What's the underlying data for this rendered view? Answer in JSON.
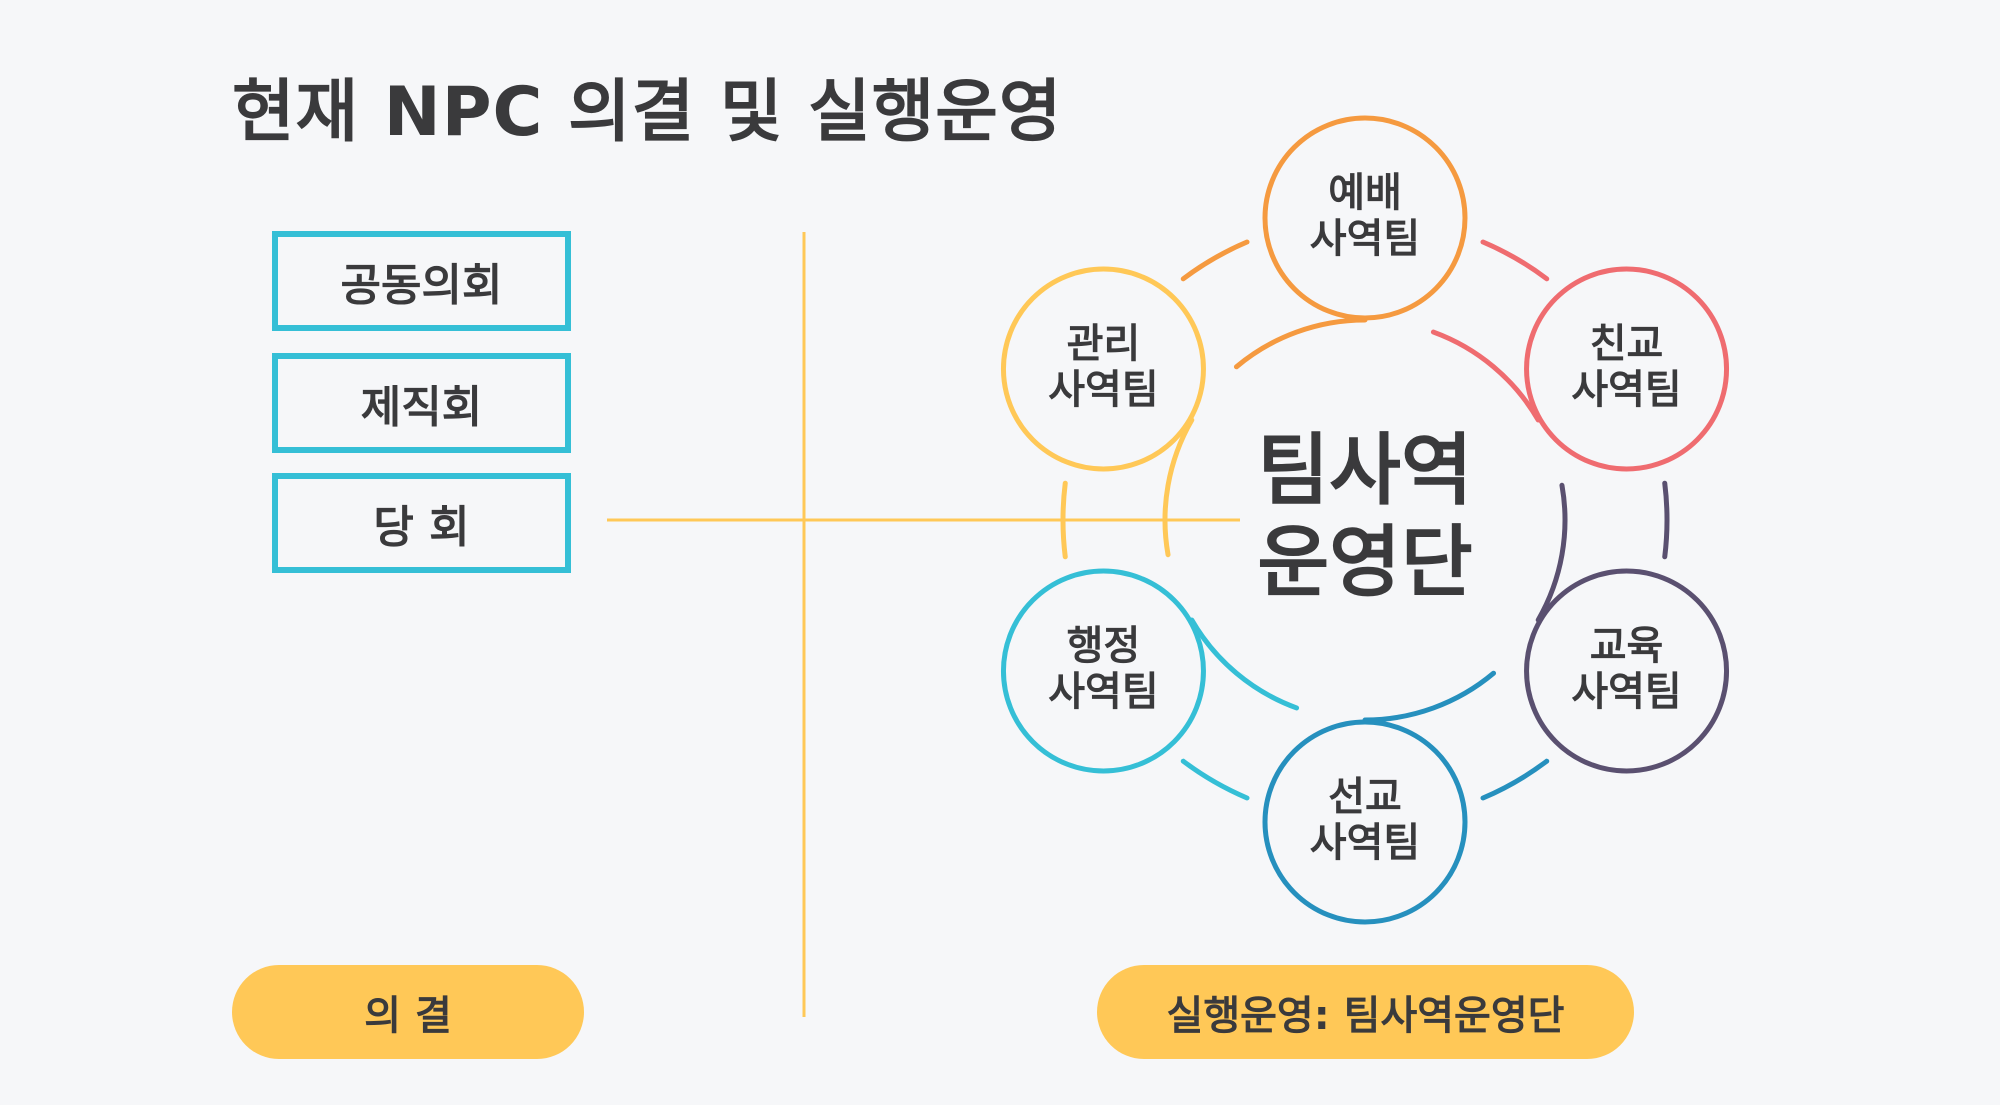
{
  "title": "현재 NPC 의결 및 실행운영",
  "councils": [
    "공동의회",
    "제직회",
    "당 회"
  ],
  "decision_label": "의 결",
  "execution_label": "실행운영: 팀사역운영단",
  "center": {
    "line1": "팀사역",
    "line2": "운영단"
  },
  "teams": [
    {
      "line1": "예배",
      "line2": "사역팀",
      "color": "#F59A40"
    },
    {
      "line1": "친교",
      "line2": "사역팀",
      "color": "#EF6C70"
    },
    {
      "line1": "교육",
      "line2": "사역팀",
      "color": "#5A5070"
    },
    {
      "line1": "선교",
      "line2": "사역팀",
      "color": "#2690BE"
    },
    {
      "line1": "행정",
      "line2": "사역팀",
      "color": "#35BFD6"
    },
    {
      "line1": "관리",
      "line2": "사역팀",
      "color": "#FFC857"
    }
  ],
  "colors": {
    "box_border": "#35BFD6",
    "pill": "#FFC857",
    "connector": "#FFC857",
    "text": "#3a3a3c"
  }
}
